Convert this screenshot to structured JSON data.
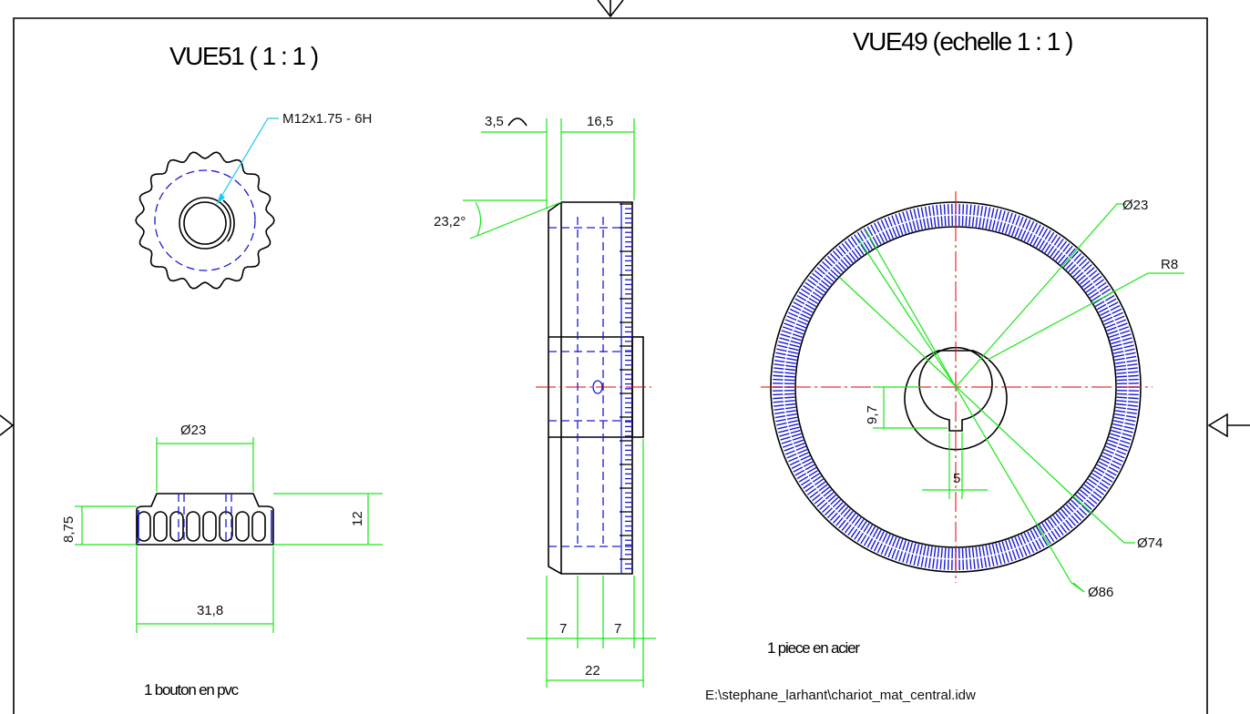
{
  "views": {
    "left_title": "VUE51 ( 1 : 1 )",
    "right_title": "VUE49 (echelle 1 : 1 )"
  },
  "dimensions": {
    "thread": "M12x1.75 - 6H",
    "knob_diameter": "Ø23",
    "knob_height_small": "8,75",
    "knob_height": "12",
    "knob_width": "31,8",
    "chamfer": "3,5",
    "side_width": "16,5",
    "angle": "23,2°",
    "seg_a": "7",
    "seg_b": "7",
    "total_width": "22",
    "hub_diameter": "Ø23",
    "radius": "R8",
    "key_height": "9,7",
    "key_width": "5",
    "inner_diameter": "Ø74",
    "outer_diameter": "Ø86"
  },
  "notes": {
    "left": "1 bouton en pvc",
    "right": "1 piece en acier",
    "file_path": "E:\\stephane_larhant\\chariot_mat_central.idw"
  },
  "colors": {
    "dimension": "#19e619",
    "outline": "#000000",
    "hidden": "#1a1ad6",
    "center": "#e60000",
    "leader": "#19c8f0"
  }
}
